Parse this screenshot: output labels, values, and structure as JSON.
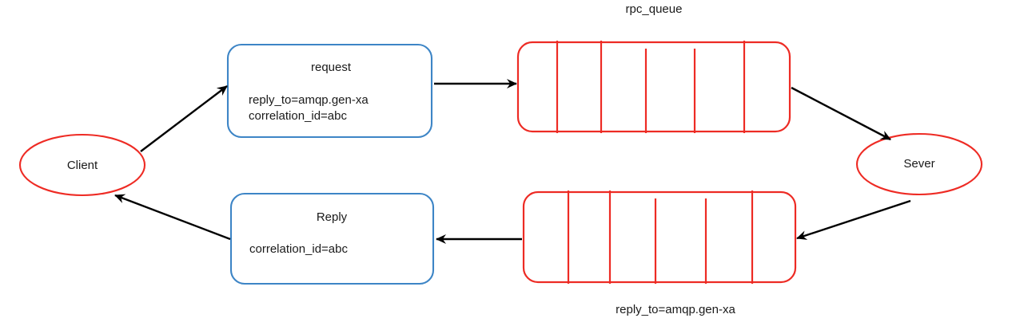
{
  "diagram": {
    "title_top": "rpc_queue",
    "caption_bottom": "reply_to=amqp.gen-xa",
    "colors": {
      "queue_stroke": "#ed2b24",
      "ellipse_stroke": "#ee2b24",
      "box_stroke": "#3d85c6",
      "arrow": "#000000",
      "text": "#1a1a1a",
      "background": "#ffffff"
    },
    "nodes": {
      "client": {
        "label": "Client",
        "shape": "ellipse"
      },
      "server": {
        "label": "Sever",
        "shape": "ellipse"
      },
      "request_box": {
        "title": "request",
        "properties": [
          "reply_to=amqp.gen-xa",
          "correlation_id=abc"
        ],
        "shape": "rounded-rect"
      },
      "reply_box": {
        "title": "Reply",
        "properties": [
          "correlation_id=abc"
        ],
        "shape": "rounded-rect"
      },
      "request_queue": {
        "label": "rpc_queue",
        "shape": "queue",
        "segments": 6,
        "dividers": 5
      },
      "reply_queue": {
        "label": "reply_to=amqp.gen-xa",
        "shape": "queue",
        "segments": 6,
        "dividers": 5
      }
    },
    "edges": [
      {
        "from": "client",
        "to": "request_box",
        "direction": "up-right"
      },
      {
        "from": "request_box",
        "to": "request_queue",
        "direction": "right"
      },
      {
        "from": "request_queue",
        "to": "server",
        "direction": "down-right"
      },
      {
        "from": "server",
        "to": "reply_queue",
        "direction": "down-left"
      },
      {
        "from": "reply_queue",
        "to": "reply_box",
        "direction": "left"
      },
      {
        "from": "reply_box",
        "to": "client",
        "direction": "up-left"
      }
    ]
  }
}
